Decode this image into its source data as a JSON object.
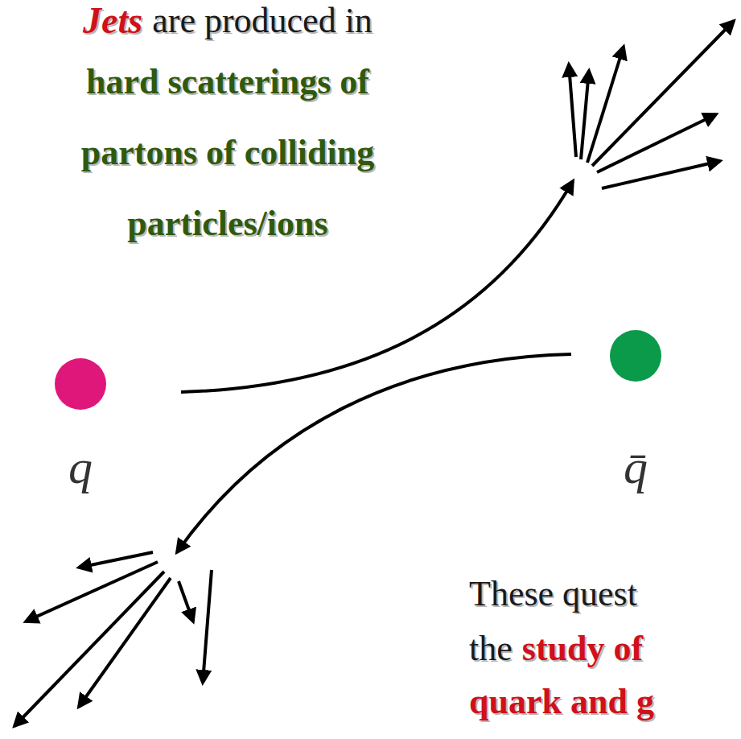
{
  "diagram": {
    "nodes": [
      {
        "text": [
          "q"
        ]
      },
      {
        "text": [
          "q̄"
        ]
      }
    ],
    "labels": [
      "Jets",
      "are produced in",
      "hard scatterings of",
      "partons of colliding",
      "particles/ions",
      "These quest",
      "the",
      "study of",
      "quark and g"
    ]
  }
}
